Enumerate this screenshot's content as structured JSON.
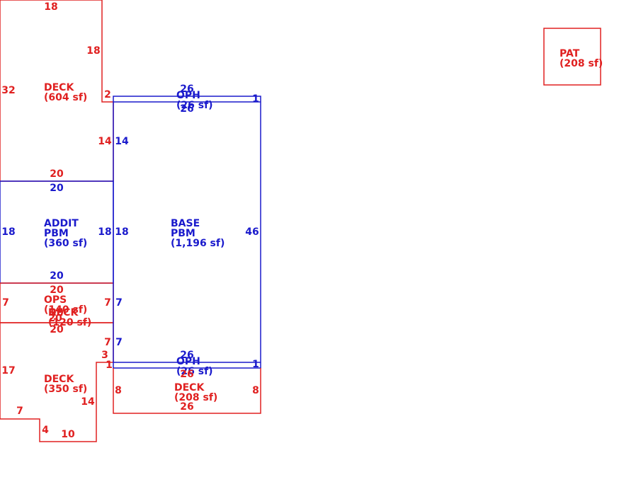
{
  "colors": {
    "red": "#e02020",
    "blue": "#1a1acc"
  },
  "areas": [
    {
      "id": "deck-top",
      "color": "red",
      "lines": [
        "DECK",
        "(604 sf)"
      ]
    },
    {
      "id": "addit",
      "color": "blue",
      "lines": [
        "ADDIT",
        "PBM",
        "(360 sf)"
      ]
    },
    {
      "id": "base",
      "color": "blue",
      "lines": [
        "BASE",
        "PBM",
        "(1,196 sf)"
      ]
    },
    {
      "id": "ops",
      "color": "red",
      "lines": [
        "OPS",
        "(140 sf)"
      ]
    },
    {
      "id": "deck-mid",
      "color": "red",
      "lines": [
        "DECK",
        "(120 sf)"
      ]
    },
    {
      "id": "deck-lower",
      "color": "red",
      "lines": [
        "DECK",
        "(350 sf)"
      ]
    },
    {
      "id": "deck-right",
      "color": "red",
      "lines": [
        "DECK",
        "(208 sf)"
      ]
    },
    {
      "id": "oph-top",
      "color": "blue",
      "lines": [
        "OPH",
        "(26 sf)"
      ]
    },
    {
      "id": "oph-bottom",
      "color": "blue",
      "lines": [
        "OPH",
        "(26 sf)"
      ]
    },
    {
      "id": "pat",
      "color": "red",
      "lines": [
        "PAT",
        "(208 sf)"
      ]
    }
  ],
  "dimensions": [
    {
      "id": "deck-top-top",
      "text": "18",
      "color": "red"
    },
    {
      "id": "deck-top-right",
      "text": "18",
      "color": "red"
    },
    {
      "id": "deck-top-left",
      "text": "32",
      "color": "red"
    },
    {
      "id": "deck-top-step",
      "text": "2",
      "color": "red"
    },
    {
      "id": "deck-top-inner",
      "text": "14",
      "color": "red"
    },
    {
      "id": "deck-top-bottom",
      "text": "20",
      "color": "red"
    },
    {
      "id": "oph-top-top",
      "text": "26",
      "color": "blue"
    },
    {
      "id": "oph-top-bottom",
      "text": "26",
      "color": "blue"
    },
    {
      "id": "oph-top-right",
      "text": "1",
      "color": "blue"
    },
    {
      "id": "base-left-upper",
      "text": "14",
      "color": "blue"
    },
    {
      "id": "addit-top",
      "text": "20",
      "color": "blue"
    },
    {
      "id": "addit-left",
      "text": "18",
      "color": "blue"
    },
    {
      "id": "addit-right",
      "text": "18",
      "color": "blue"
    },
    {
      "id": "base-left-mid",
      "text": "18",
      "color": "blue"
    },
    {
      "id": "base-right",
      "text": "46",
      "color": "blue"
    },
    {
      "id": "addit-bottom",
      "text": "20",
      "color": "blue"
    },
    {
      "id": "ops-top",
      "text": "20",
      "color": "red"
    },
    {
      "id": "ops-left",
      "text": "7",
      "color": "red"
    },
    {
      "id": "ops-right",
      "text": "7",
      "color": "red"
    },
    {
      "id": "base-left-ops",
      "text": "7",
      "color": "blue"
    },
    {
      "id": "ops-bottom",
      "text": "20",
      "color": "red"
    },
    {
      "id": "deck-mid-top",
      "text": "20",
      "color": "red"
    },
    {
      "id": "deck-mid-bottom",
      "text": "20",
      "color": "red"
    },
    {
      "id": "deck-mid-right",
      "text": "7",
      "color": "red"
    },
    {
      "id": "base-left-lower",
      "text": "7",
      "color": "blue"
    },
    {
      "id": "deck-lower-step",
      "text": "3",
      "color": "red"
    },
    {
      "id": "deck-lower-tab",
      "text": "1",
      "color": "red"
    },
    {
      "id": "deck-lower-left",
      "text": "17",
      "color": "red"
    },
    {
      "id": "deck-lower-inner",
      "text": "14",
      "color": "red"
    },
    {
      "id": "deck-lower-bottom-left",
      "text": "7",
      "color": "red"
    },
    {
      "id": "deck-lower-notch",
      "text": "4",
      "color": "red"
    },
    {
      "id": "deck-lower-bottom",
      "text": "10",
      "color": "red"
    },
    {
      "id": "oph-bottom-top",
      "text": "26",
      "color": "blue"
    },
    {
      "id": "oph-bottom-bottom",
      "text": "26",
      "color": "red"
    },
    {
      "id": "oph-bottom-right",
      "text": "1",
      "color": "blue"
    },
    {
      "id": "deck-right-left",
      "text": "8",
      "color": "red"
    },
    {
      "id": "deck-right-right",
      "text": "8",
      "color": "red"
    },
    {
      "id": "deck-right-bottom",
      "text": "26",
      "color": "red"
    }
  ]
}
